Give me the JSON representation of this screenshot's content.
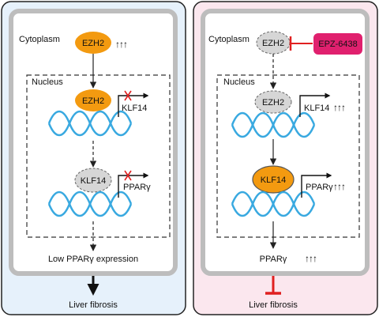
{
  "colors": {
    "left_panel_bg": "#e6f1fb",
    "right_panel_bg": "#fbe7ee",
    "cell_bg": "#ffffff",
    "cell_border": "#bdbdbd",
    "panel_border": "#222222",
    "orange_node": "#f39a10",
    "grey_node": "#d6d6d6",
    "drug_box": "#e0206e",
    "dna_helix": "#39a9e0",
    "inhibit_red": "#e02020"
  },
  "left": {
    "cytoplasm_label": "Cytoplasm",
    "nucleus_label": "Nucleus",
    "ezh2_cyto": {
      "label": "EZH2",
      "icon": "up-arrows-icon",
      "arrows": "↑↑↑"
    },
    "ezh2_nuc": {
      "label": "EZH2"
    },
    "klf14_gene": {
      "label": "KLF14",
      "blocked": true
    },
    "klf14_protein": {
      "label": "KLF14"
    },
    "ppar_gene": {
      "label": "PPARγ",
      "blocked": true
    },
    "result_label": "Low PPARγ expression",
    "outcome_label": "Liver fibrosis"
  },
  "right": {
    "cytoplasm_label": "Cytoplasm",
    "nucleus_label": "Nucleus",
    "ezh2_cyto": {
      "label": "EZH2"
    },
    "inhibitor": {
      "label": "EPZ-6438"
    },
    "ezh2_nuc": {
      "label": "EZH2"
    },
    "klf14_gene": {
      "label": "KLF14",
      "icon": "up-arrows-icon",
      "arrows": "↑↑↑"
    },
    "klf14_protein": {
      "label": "KLF14"
    },
    "ppar_gene": {
      "label": "PPARγ",
      "icon": "up-arrows-icon",
      "arrows": "↑↑↑"
    },
    "result_label": "PPARγ",
    "result_arrows": "↑↑↑",
    "outcome_label": "Liver fibrosis"
  }
}
